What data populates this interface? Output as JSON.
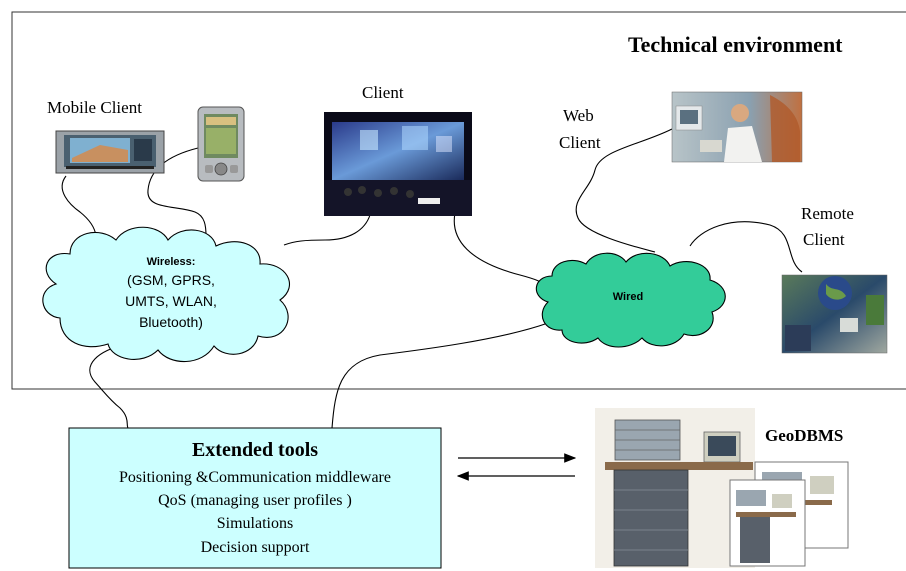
{
  "environment": {
    "title": "Technical environment"
  },
  "clients": {
    "mobile": "Mobile Client",
    "client": "Client",
    "web_line1": "Web",
    "web_line2": "Client",
    "remote_line1": "Remote",
    "remote_line2": "Client"
  },
  "wireless": {
    "title": "Wireless:",
    "line1": "(GSM, GPRS,",
    "line2": "UMTS,  WLAN,",
    "line3": "Bluetooth)"
  },
  "wired": {
    "label": "Wired"
  },
  "tools": {
    "title": "Extended tools",
    "items": [
      "Positioning &Communication middleware",
      "QoS (managing user profiles )",
      "Simulations",
      "Decision support"
    ]
  },
  "geodbms": {
    "label": "GeoDBMS"
  },
  "colors": {
    "wireless_cloud": "#ccffff",
    "wired_cloud": "#33cc99",
    "tools_box": "#ccffff"
  }
}
